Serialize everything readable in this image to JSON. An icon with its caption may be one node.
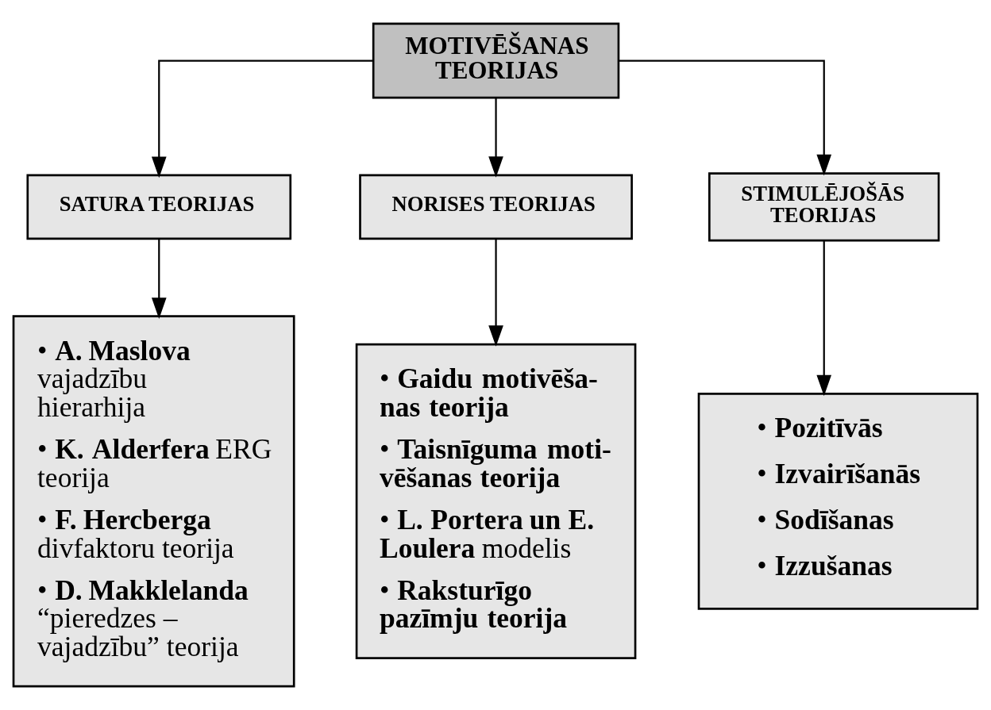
{
  "diagram": {
    "nodes": [
      {
        "text": [
          "MOTIVĒŠANAS TEORIJAS"
        ]
      },
      {
        "text": [
          "SATURA TEORIJAS"
        ]
      },
      {
        "text": [
          "NORISES TEORIJAS"
        ]
      },
      {
        "text": [
          "STIMULĒJOŠĀS TEORIJAS"
        ]
      },
      {
        "text": [
          "• **A. Maslova** vajadzību hierarhija",
          "• **K. Alderfera** ERG teorija",
          "• **F. Hercberga** divfaktoru teorija",
          "• **D. Makklelanda** “pieredzes – vajadzību” teorija"
        ]
      },
      {
        "text": [
          "• **Gaidu motivēša- nas teorija**",
          "• **Taisnīguma moti- vēšanas teorija**",
          "• **L. Portera un E. Loulera** modelis",
          "• **Raksturīgo pazīmju teorija**"
        ]
      },
      {
        "text": [
          "• **Pozitīvās**",
          "• **Izvairīšanās**",
          "• **Sodīšanas**",
          "• **Izzušanas**"
        ]
      }
    ],
    "edges": [
      {
        "from": 0,
        "to": 1,
        "arrow": "to"
      },
      {
        "from": 0,
        "to": 2,
        "arrow": "to"
      },
      {
        "from": 0,
        "to": 3,
        "arrow": "to"
      },
      {
        "from": 1,
        "to": 4,
        "arrow": "to"
      },
      {
        "from": 2,
        "to": 5,
        "arrow": "to"
      },
      {
        "from": 3,
        "to": 6,
        "arrow": "to"
      }
    ]
  }
}
